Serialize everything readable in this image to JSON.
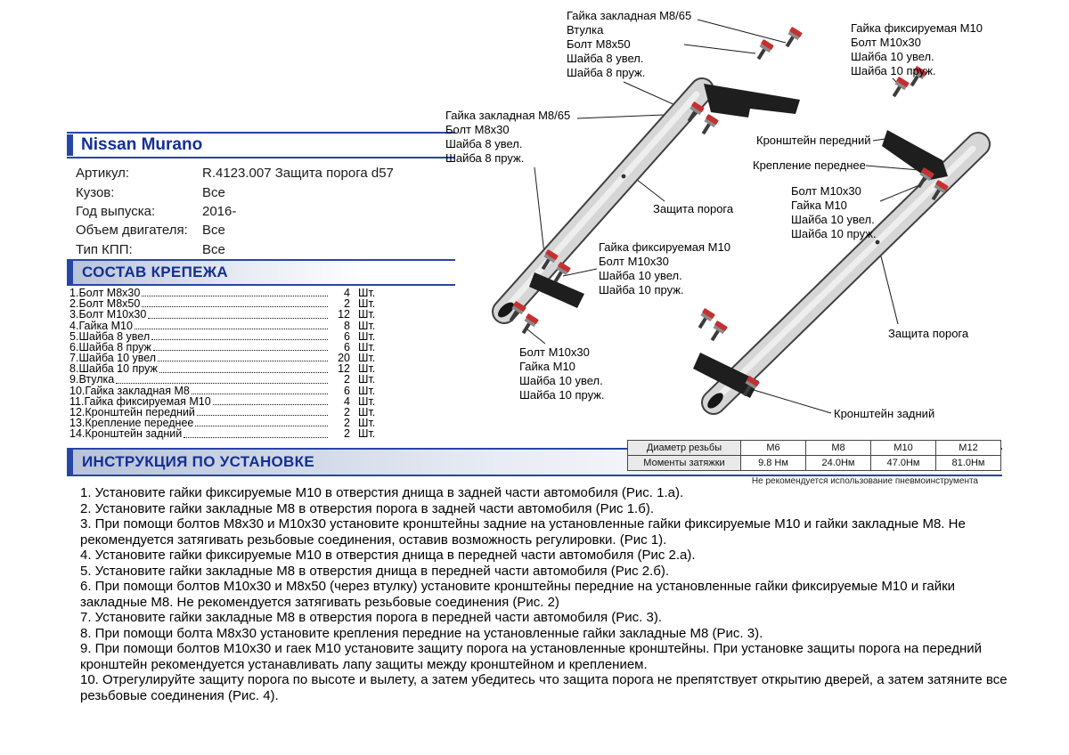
{
  "header": {
    "title": "Nissan Murano"
  },
  "product": {
    "rows": [
      {
        "label": "Артикул:",
        "value": "R.4123.007 Защита порога d57"
      },
      {
        "label": "Кузов:",
        "value": "Все"
      },
      {
        "label": "Год выпуска:",
        "value": "2016-"
      },
      {
        "label": "Объем двигателя:",
        "value": "Все"
      },
      {
        "label": "Тип КПП:",
        "value": "Все"
      }
    ]
  },
  "parts": {
    "heading": "СОСТАВ КРЕПЕЖА",
    "unit": "Шт.",
    "items": [
      {
        "num": "1.",
        "name": "Болт М8х30",
        "qty": "4"
      },
      {
        "num": "2.",
        "name": "Болт М8х50",
        "qty": "2"
      },
      {
        "num": "3.",
        "name": "Болт М10х30",
        "qty": "12"
      },
      {
        "num": "4.",
        "name": "Гайка М10",
        "qty": "8"
      },
      {
        "num": "5.",
        "name": "Шайба 8 увел",
        "qty": "6"
      },
      {
        "num": "6.",
        "name": "Шайба 8 пруж",
        "qty": "6"
      },
      {
        "num": "7.",
        "name": "Шайба 10 увел",
        "qty": "20"
      },
      {
        "num": "8.",
        "name": "Шайба 10 пруж",
        "qty": "12"
      },
      {
        "num": "9.",
        "name": "Втулка",
        "qty": "2"
      },
      {
        "num": "10.",
        "name": "Гайка закладная М8",
        "qty": "6"
      },
      {
        "num": "11.",
        "name": "Гайка фиксируемая М10",
        "qty": "4"
      },
      {
        "num": "12.",
        "name": "Кронштейн передний",
        "qty": "2"
      },
      {
        "num": "13.",
        "name": "Крепление переднее",
        "qty": "2"
      },
      {
        "num": "14.",
        "name": "Кронштейн задний",
        "qty": "2"
      }
    ]
  },
  "instructions": {
    "heading": "ИНСТРУКЦИЯ ПО УСТАНОВКЕ",
    "steps": [
      "1. Установите гайки фиксируемые М10 в отверстия днища в задней части автомобиля (Рис. 1.а).",
      "2. Установите гайки закладные М8 в отверстия порога в задней части автомобиля (Рис 1.б).",
      "3. При помощи болтов М8х30 и М10х30 установите кронштейны задние на установленные гайки фиксируемые М10 и гайки закладные М8. Не рекомендуется затягивать резьбовые соединения, оставив возможность регулировки. (Рис 1).",
      "4. Установите гайки фиксируемые М10 в отверстия днища в передней части автомобиля (Рис 2.а).",
      "5. Установите гайки закладные М8 в отверстия днища в передней части автомобиля (Рис 2.б).",
      "6. При помощи болтов М10х30 и М8х50 (через втулку) установите кронштейны передние на установленные гайки фиксируемые М10 и гайки закладные М8. Не рекомендуется затягивать резьбовые соединения (Рис. 2)",
      "7. Установите гайки закладные М8 в отверстия порога в передней части автомобиля (Рис. 3).",
      "8. При помощи болта М8х30 установите крепления передние на установленные гайки закладные М8 (Рис. 3).",
      "9. При помощи болтов М10х30 и гаек М10 установите защиту порога на установленные кронштейны. При установке защиты порога на передний кронштейн рекомендуется устанавливать лапу защиты между кронштейном и креплением.",
      "10. Отрегулируйте защиту порога по высоте и вылету, а затем убедитесь что защита порога не препятствует открытию дверей, а затем затяните все резьбовые соединения (Рис. 4)."
    ]
  },
  "torque": {
    "rows": [
      [
        "Диаметр резьбы",
        "М6",
        "М8",
        "М10",
        "М12"
      ],
      [
        "Моменты затяжки",
        "9.8 Нм",
        "24.0Нм",
        "47.0Нм",
        "81.0Нм"
      ]
    ],
    "note": "Не рекомендуется использование пневмоинструмента"
  },
  "diagram": {
    "labels": {
      "bushing_group": "Гайка закладная М8/65\nВтулка\nБолт М8х50\nШайба 8 увел.\nШайба 8 пруж.",
      "fixing_nut_right": "Гайка фиксируемая М10\nБолт М10х30\nШайба 10 увел.\nШайба 10 пруж.",
      "bolt_m8x30_group": "Гайка закладная М8/65\nБолт М8х30\nШайба 8 увел.\nШайба 8 пруж.",
      "front_bracket": "Кронштейн передний",
      "front_mount": "Крепление переднее",
      "bolt_nut_right": "Болт М10х30\nГайка М10\nШайба 10 увел.\nШайба 10 пруж.",
      "sill_guard_1": "Защита порога",
      "fixing_nut_left": "Гайка фиксируемая М10\nБолт М10х30\nШайба 10 увел.\nШайба 10 пруж.",
      "bolt_nut_left": "Болт М10х30\nГайка М10\nШайба 10 увел.\nШайба 10 пруж.",
      "sill_guard_2": "Защита порога",
      "rear_bracket": "Кронштейн задний"
    }
  },
  "colors": {
    "accent_blue": "#142f96",
    "bolt_red": "#c43131",
    "tube_gray": "#d6d6d6"
  }
}
